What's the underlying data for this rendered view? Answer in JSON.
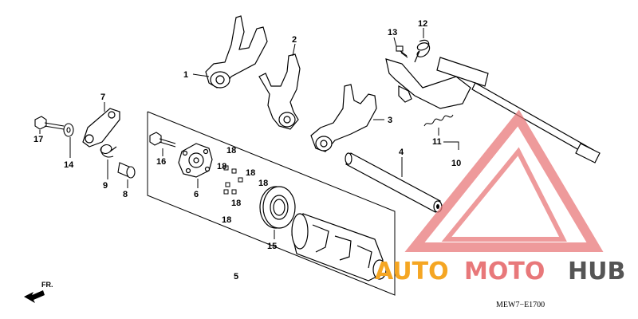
{
  "diagram": {
    "callouts": [
      {
        "id": "c1",
        "text": "1"
      },
      {
        "id": "c2",
        "text": "2"
      },
      {
        "id": "c3",
        "text": "3"
      },
      {
        "id": "c4",
        "text": "4"
      },
      {
        "id": "c5",
        "text": "5"
      },
      {
        "id": "c6",
        "text": "6"
      },
      {
        "id": "c7",
        "text": "7"
      },
      {
        "id": "c8",
        "text": "8"
      },
      {
        "id": "c9",
        "text": "9"
      },
      {
        "id": "c10",
        "text": "10"
      },
      {
        "id": "c11",
        "text": "11"
      },
      {
        "id": "c12",
        "text": "12"
      },
      {
        "id": "c13",
        "text": "13"
      },
      {
        "id": "c14",
        "text": "14"
      },
      {
        "id": "c15",
        "text": "15"
      },
      {
        "id": "c16",
        "text": "16"
      },
      {
        "id": "c17",
        "text": "17"
      },
      {
        "id": "c18a",
        "text": "18"
      },
      {
        "id": "c18b",
        "text": "18"
      },
      {
        "id": "c18c",
        "text": "18"
      },
      {
        "id": "c18d",
        "text": "18"
      },
      {
        "id": "c18e",
        "text": "18"
      },
      {
        "id": "c18f",
        "text": "18"
      }
    ],
    "direction_label": "FR.",
    "figure_code": "MEW7−E1700"
  },
  "watermark": {
    "word_part1": "AUTO",
    "word_part2": "MOTO",
    "word_part3": "HUB",
    "color_orange": "#f5a623",
    "color_red": "#e8787a",
    "color_gray": "#555555"
  }
}
